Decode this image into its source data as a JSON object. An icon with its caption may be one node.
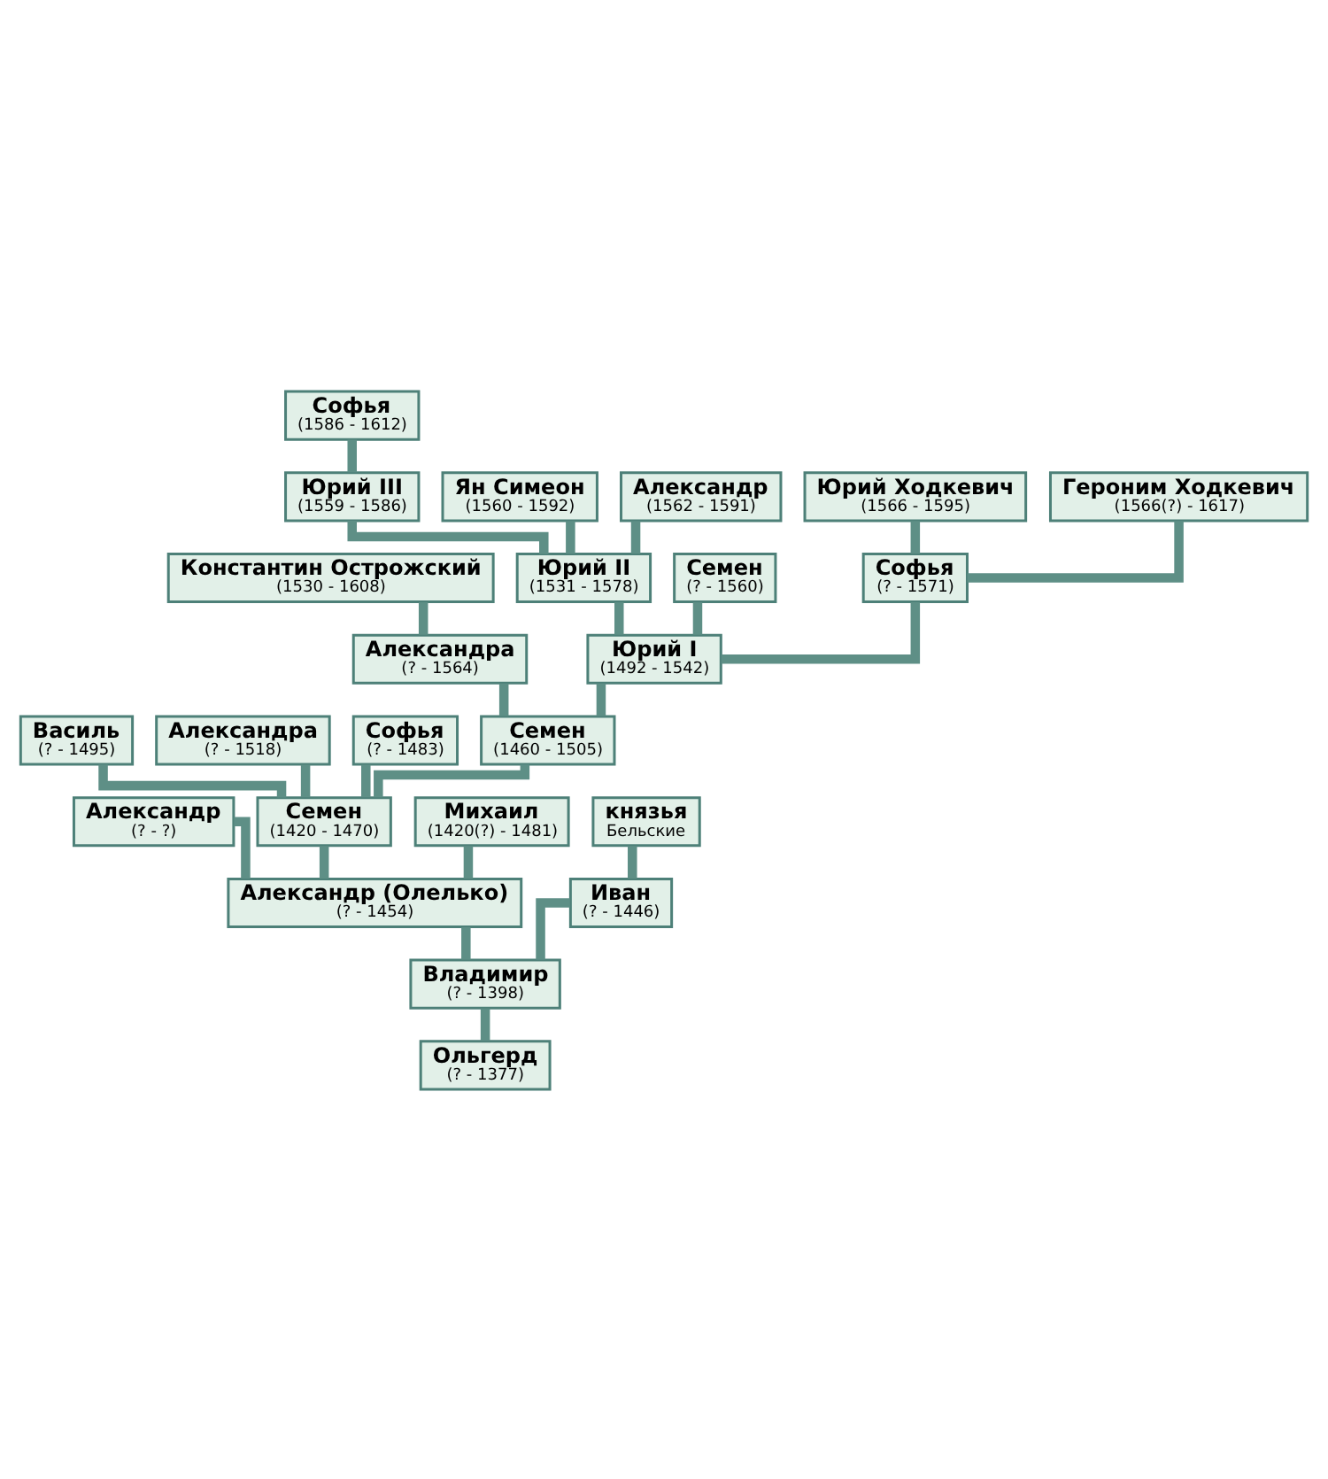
{
  "diagram": {
    "nodes": [
      {
        "text": [
          "Софья",
          "(1586 - 1612)"
        ]
      },
      {
        "text": [
          "Юрий III",
          "(1559 - 1586)"
        ]
      },
      {
        "text": [
          "Ян Симеон",
          "(1560 - 1592)"
        ]
      },
      {
        "text": [
          "Александр",
          "(1562 - 1591)"
        ]
      },
      {
        "text": [
          "Юрий Ходкевич",
          "(1566 - 1595)"
        ]
      },
      {
        "text": [
          "Героним Ходкевич",
          "(1566(?) - 1617)"
        ]
      },
      {
        "text": [
          "Константин Острожский",
          "(1530 - 1608)"
        ]
      },
      {
        "text": [
          "Юрий II",
          "(1531 - 1578)"
        ]
      },
      {
        "text": [
          "Семен",
          "(? - 1560)"
        ]
      },
      {
        "text": [
          "Софья",
          "(? - 1571)"
        ]
      },
      {
        "text": [
          "Александра",
          "(? - 1564)"
        ]
      },
      {
        "text": [
          "Юрий I",
          "(1492 - 1542)"
        ]
      },
      {
        "text": [
          "Василь",
          "(? - 1495)"
        ]
      },
      {
        "text": [
          "Александра",
          "(? - 1518)"
        ]
      },
      {
        "text": [
          "Софья",
          "(? - 1483)"
        ]
      },
      {
        "text": [
          "Семен",
          "(1460 - 1505)"
        ]
      },
      {
        "text": [
          "Александр",
          "(? - ?)"
        ]
      },
      {
        "text": [
          "Семен",
          "(1420 - 1470)"
        ]
      },
      {
        "text": [
          "Михаил",
          "(1420(?) - 1481)"
        ]
      },
      {
        "text": [
          "князья",
          "Бельские"
        ]
      },
      {
        "text": [
          "Александр (Олелько)",
          "(? - 1454)"
        ]
      },
      {
        "text": [
          "Иван",
          "(? - 1446)"
        ]
      },
      {
        "text": [
          "Владимир",
          "(? - 1398)"
        ]
      },
      {
        "text": [
          "Ольгерд",
          "(? - 1377)"
        ]
      }
    ],
    "edges": [
      {
        "from": 23,
        "to": 22,
        "arrow": "none"
      },
      {
        "from": 22,
        "to": 20,
        "arrow": "none"
      },
      {
        "from": 22,
        "to": 21,
        "arrow": "none"
      },
      {
        "from": 21,
        "to": 19,
        "arrow": "none"
      },
      {
        "from": 20,
        "to": 16,
        "arrow": "none"
      },
      {
        "from": 20,
        "to": 17,
        "arrow": "none"
      },
      {
        "from": 20,
        "to": 18,
        "arrow": "none"
      },
      {
        "from": 17,
        "to": 12,
        "arrow": "none"
      },
      {
        "from": 17,
        "to": 13,
        "arrow": "none"
      },
      {
        "from": 17,
        "to": 14,
        "arrow": "none"
      },
      {
        "from": 17,
        "to": 15,
        "arrow": "none"
      },
      {
        "from": 15,
        "to": 11,
        "arrow": "none"
      },
      {
        "from": 15,
        "to": 10,
        "arrow": "none"
      },
      {
        "from": 10,
        "to": 6,
        "arrow": "none"
      },
      {
        "from": 11,
        "to": 7,
        "arrow": "none"
      },
      {
        "from": 11,
        "to": 8,
        "arrow": "none"
      },
      {
        "from": 11,
        "to": 9,
        "arrow": "none"
      },
      {
        "from": 9,
        "to": 4,
        "arrow": "none"
      },
      {
        "from": 9,
        "to": 5,
        "arrow": "none"
      },
      {
        "from": 7,
        "to": 1,
        "arrow": "none"
      },
      {
        "from": 7,
        "to": 2,
        "arrow": "none"
      },
      {
        "from": 7,
        "to": 3,
        "arrow": "none"
      },
      {
        "from": 1,
        "to": 0,
        "arrow": "none"
      }
    ]
  }
}
